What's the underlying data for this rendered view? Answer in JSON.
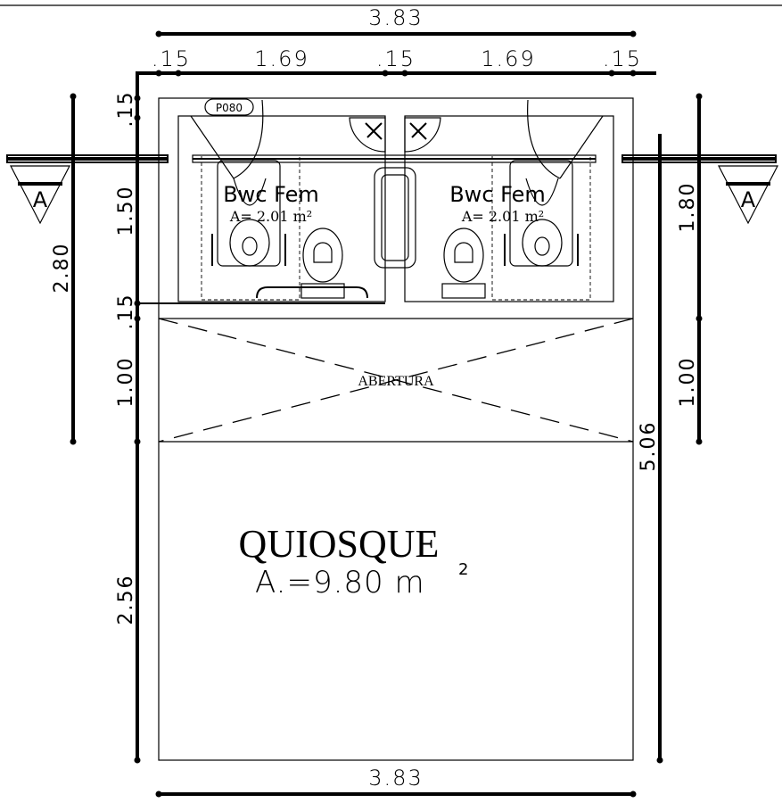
{
  "dimensions": {
    "top_total": "3.83",
    "top_seg_1": ".15",
    "top_seg_2": "1.69",
    "top_seg_3": ".15",
    "top_seg_4": "1.69",
    "top_seg_5": ".15",
    "bottom_total": "3.83",
    "left_15_top": ".15",
    "left_150": "1.50",
    "left_15_mid": ".15",
    "left_100": "1.00",
    "left_280": "2.80",
    "left_256": "2.56",
    "right_180": "1.80",
    "right_100": "1.00",
    "right_506": "5.06"
  },
  "rooms": {
    "wc_left": {
      "name": "Bwc Fem",
      "area": "A= 2.01 m²"
    },
    "wc_right": {
      "name": "Bwc Fem",
      "area": "A= 2.01 m²"
    },
    "opening_label": "ABERTURA",
    "kiosk": {
      "name": "QUIOSQUE",
      "area_prefix": "A.=9.80  m",
      "area_sup": "2"
    }
  },
  "door_tag": "P080",
  "section_marks": {
    "left": "A",
    "right": "A"
  }
}
